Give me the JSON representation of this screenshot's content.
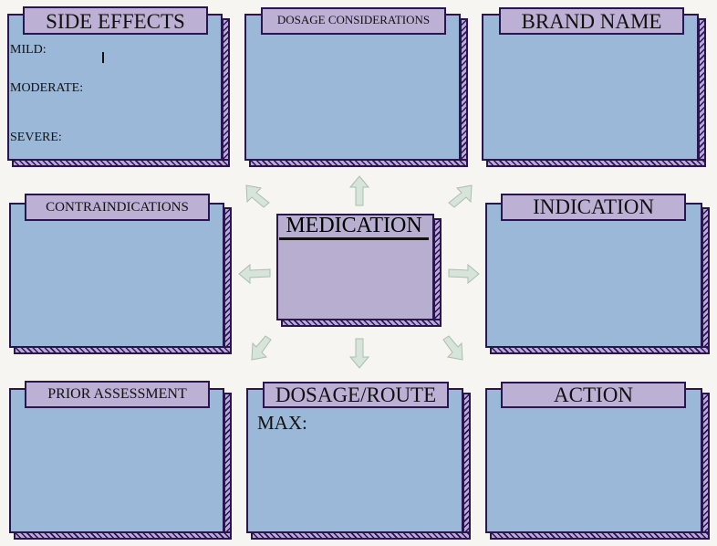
{
  "side_effects": {
    "title": "SIDE EFFECTS",
    "mild": "MILD:",
    "moderate": "MODERATE:",
    "severe": "SEVERE:"
  },
  "dosage_considerations": {
    "title": "DOSAGE CONSIDERATIONS"
  },
  "brand_name": {
    "title": "BRAND NAME"
  },
  "contraindications": {
    "title": "CONTRAINDICATIONS"
  },
  "medication": {
    "title": "MEDICATION"
  },
  "indication": {
    "title": "INDICATION"
  },
  "prior_assessment": {
    "title": "PRIOR ASSESSMENT"
  },
  "dosage_route": {
    "title": "DOSAGE/ROUTE",
    "max": "MAX:"
  },
  "action": {
    "title": "ACTION"
  },
  "colors": {
    "box": "#9bb8d8",
    "label": "#bcb0d4",
    "border": "#2a1550",
    "arrow": "#d6e4da"
  }
}
